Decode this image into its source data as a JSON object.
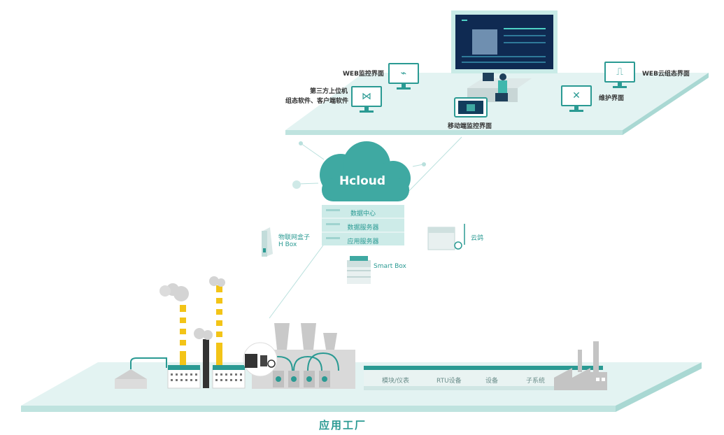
{
  "top_platform": {
    "web_monitor": "WEB监控界面",
    "third_party_line1": "第三方上位机",
    "third_party_line2": "组态软件、客户端软件",
    "mobile": "移动端监控界面",
    "web_cloud": "WEB云组态界面",
    "maintenance": "维护界面"
  },
  "cloud": {
    "title": "Hcloud",
    "services": [
      "数据中心",
      "数据服务器",
      "应用服务器"
    ]
  },
  "gateways": {
    "hbox_line1": "物联网盒子",
    "hbox_line2": "H Box",
    "smartbox": "Smart Box",
    "yunge": "云鸽"
  },
  "factory": {
    "belt": [
      "模块/仪表",
      "RTU设备",
      "设备",
      "子系统"
    ],
    "title": "应用工厂"
  },
  "colors": {
    "accent": "#2a9a93",
    "cloud": "#3fa9a2",
    "platform": "#e3f3f2"
  }
}
